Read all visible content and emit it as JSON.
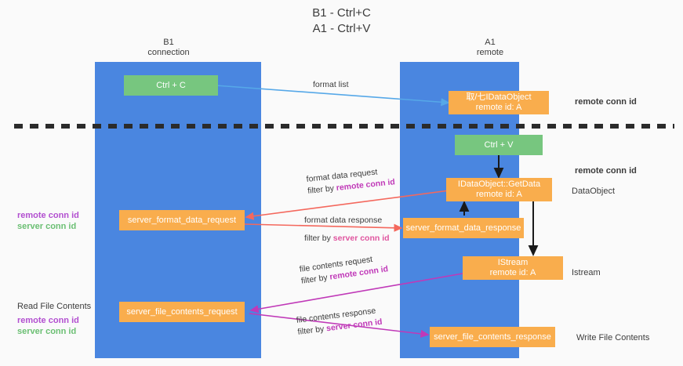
{
  "title": {
    "line1": "B1 - Ctrl+C",
    "line2": "A1 - Ctrl+V"
  },
  "lanes": [
    {
      "name": "B1",
      "sub": "connection"
    },
    {
      "name": "A1",
      "sub": "remote"
    }
  ],
  "boxes": {
    "ctrl_c": {
      "label": "Ctrl + C",
      "color": "#77c67f"
    },
    "ctrl_v": {
      "label": "Ctrl + V",
      "color": "#77c67f"
    },
    "dataobject_top": {
      "line1": "取/七IDataObject",
      "line2": "remote id: A",
      "color": "#f9ad4d"
    },
    "getdata": {
      "line1": "IDataObject::GetData",
      "line2": "remote id: A",
      "color": "#f9ad4d"
    },
    "istream": {
      "line1": "IStream",
      "line2": "remote id: A",
      "color": "#f9ad4d"
    },
    "server_format_data_request": {
      "label": "server_format_data_request",
      "color": "#f9ad4d"
    },
    "server_format_data_response": {
      "label": "server_format_data_response",
      "color": "#f9ad4d"
    },
    "server_file_contents_request": {
      "label": "server_file_contents_request",
      "color": "#f9ad4d"
    },
    "server_file_contents_response": {
      "label": "server_file_contents_response",
      "color": "#f9ad4d"
    }
  },
  "edge_labels": {
    "format_list": "format list",
    "format_data_request": "format data request",
    "format_data_request_filter_prefix": "filter by ",
    "format_data_request_filter_key": "remote conn id",
    "format_data_response": "format data response",
    "format_data_response_filter_prefix": "filter by ",
    "format_data_response_filter_key": "server conn id",
    "file_contents_request": "file contents request",
    "file_contents_request_filter_prefix": "filter by ",
    "file_contents_request_filter_key": "remote conn id",
    "file_contents_response": "file contents response",
    "file_contents_response_filter_prefix": "filter by ",
    "file_contents_response_filter_key": "server conn id"
  },
  "right_notes": {
    "remote_conn_id_top": "remote conn id",
    "remote_conn_id_mid": "remote conn id",
    "dataobject": "DataObject",
    "istream": "Istream",
    "write_file_contents": "Write File Contents"
  },
  "left_notes": {
    "remote_conn_id_mid": "remote conn id",
    "server_conn_id_mid": "server conn id",
    "read_file_contents": "Read File Contents",
    "remote_conn_id_bottom": "remote conn id",
    "server_conn_id_bottom": "server conn id"
  },
  "colors": {
    "lane": "#4a86e0",
    "green": "#77c67f",
    "orange": "#f9ad4d",
    "divider": "#2b2b2b",
    "arrow_blue": "#56a8e8",
    "arrow_red": "#f4685d",
    "arrow_black": "#1a1a1a",
    "arrow_magenta": "#c039b8",
    "text": "#3c3c3c"
  }
}
